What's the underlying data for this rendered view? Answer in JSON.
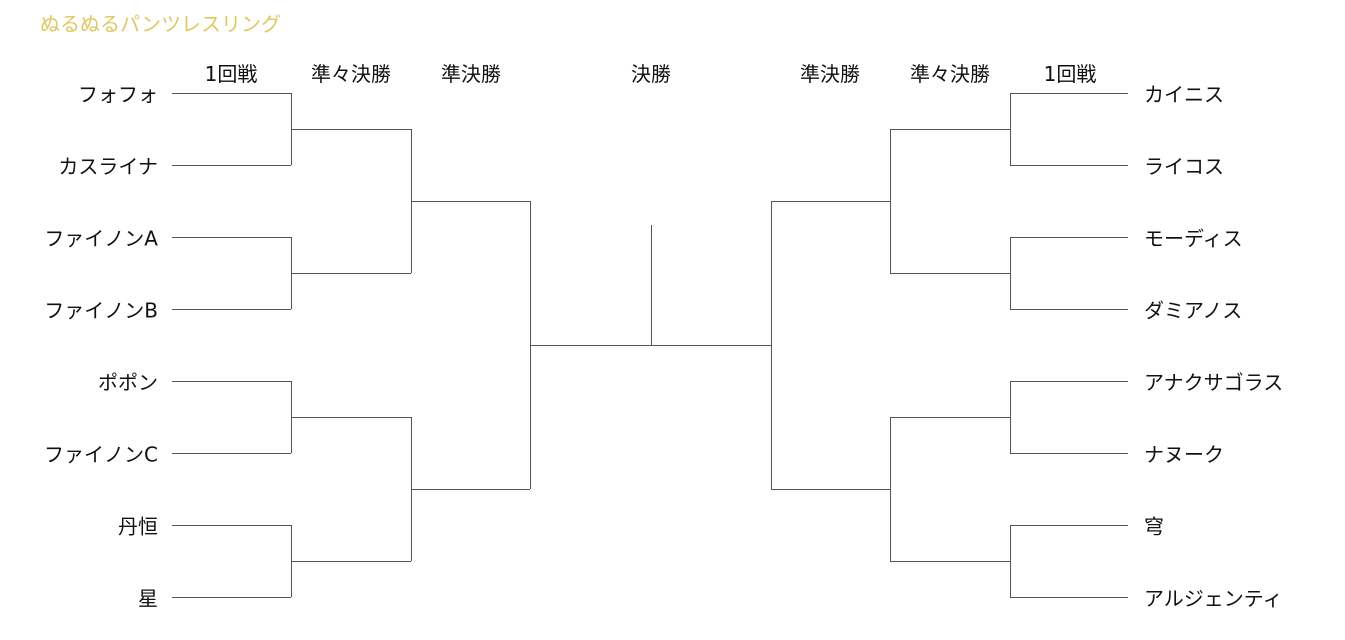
{
  "title": "ぬるぬるパンツレスリング",
  "title_color": "#e0c860",
  "rounds_left": [
    "1回戦",
    "準々決勝",
    "準決勝"
  ],
  "final": "決勝",
  "rounds_right": [
    "準決勝",
    "準々決勝",
    "1回戦"
  ],
  "left_players": [
    "フォフォ",
    "カスライナ",
    "ファイノンA",
    "ファイノンB",
    "ポポン",
    "ファイノンC",
    "丹恒",
    "星"
  ],
  "right_players": [
    "カイニス",
    "ライコス",
    "モーディス",
    "ダミアノス",
    "アナクサゴラス",
    "ナヌーク",
    "穹",
    "アルジェンティ"
  ]
}
